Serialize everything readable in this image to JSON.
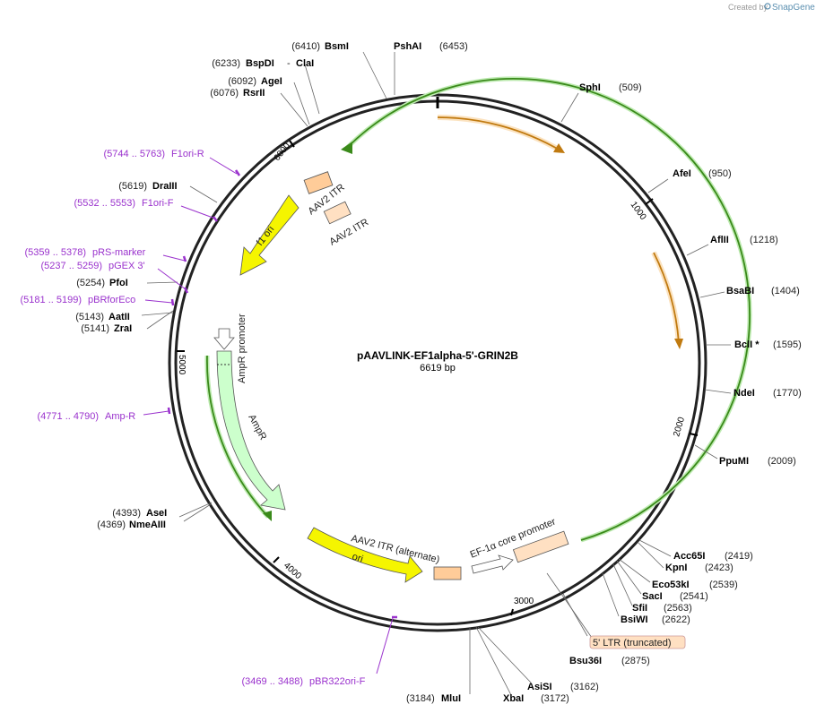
{
  "credit": {
    "prefix": "Created by",
    "brand": "SnapGene"
  },
  "plasmid": {
    "name": "pAAVLINK-EF1alpha-5'-GRIN2B",
    "size": "6619 bp",
    "length": 6619
  },
  "ticks": [
    "1000",
    "2000",
    "3000",
    "4000",
    "5000",
    "6000"
  ],
  "sites": [
    {
      "name": "SphI",
      "pos": "(509)",
      "side": "right"
    },
    {
      "name": "AfeI",
      "pos": "(950)",
      "side": "right"
    },
    {
      "name": "AflII",
      "pos": "(1218)",
      "side": "right"
    },
    {
      "name": "BsaBI",
      "pos": "(1404)",
      "side": "right"
    },
    {
      "name": "BclI *",
      "pos": "(1595)",
      "side": "right"
    },
    {
      "name": "NdeI",
      "pos": "(1770)",
      "side": "right"
    },
    {
      "name": "PpuMI",
      "pos": "(2009)",
      "side": "right"
    },
    {
      "name": "Acc65I",
      "pos": "(2419)",
      "side": "right"
    },
    {
      "name": "KpnI",
      "pos": "(2423)",
      "side": "right"
    },
    {
      "name": "Eco53kI",
      "pos": "(2539)",
      "side": "right"
    },
    {
      "name": "SacI",
      "pos": "(2541)",
      "side": "right"
    },
    {
      "name": "SfiI",
      "pos": "(2563)",
      "side": "right"
    },
    {
      "name": "BsiWI",
      "pos": "(2622)",
      "side": "right"
    },
    {
      "name": "Bsu36I",
      "pos": "(2875)",
      "side": "right"
    },
    {
      "name": "AsiSI",
      "pos": "(3162)",
      "side": "right"
    },
    {
      "name": "XbaI",
      "pos": "(3172)",
      "side": "right"
    },
    {
      "name": "MluI",
      "pos": "(3184)",
      "side": "left"
    },
    {
      "name": "NmeAIII",
      "pos": "(4369)",
      "side": "left"
    },
    {
      "name": "AseI",
      "pos": "(4393)",
      "side": "left"
    },
    {
      "name": "ZraI",
      "pos": "(5141)",
      "side": "left"
    },
    {
      "name": "AatII",
      "pos": "(5143)",
      "side": "left"
    },
    {
      "name": "PfoI",
      "pos": "(5254)",
      "side": "left"
    },
    {
      "name": "DraIII",
      "pos": "(5619)",
      "side": "left"
    },
    {
      "name": "RsrII",
      "pos": "(6076)",
      "side": "left"
    },
    {
      "name": "AgeI",
      "pos": "(6092)",
      "side": "left"
    },
    {
      "name": "BspDI",
      "pos": "(6233)",
      "side": "left"
    },
    {
      "name": "ClaI",
      "pos": "",
      "side": "left"
    },
    {
      "name": "BsmI",
      "pos": "(6410)",
      "side": "left"
    },
    {
      "name": "PshAI",
      "pos": "(6453)",
      "side": "right"
    }
  ],
  "primers": [
    {
      "range": "(5744 .. 5763)",
      "name": "F1ori-R"
    },
    {
      "range": "(5532 .. 5553)",
      "name": "F1ori-F"
    },
    {
      "range": "(5359 .. 5378)",
      "name": "pRS-marker"
    },
    {
      "range": "(5237 .. 5259)",
      "name": "pGEX 3'"
    },
    {
      "range": "(5181 .. 5199)",
      "name": "pBRforEco"
    },
    {
      "range": "(4771 .. 4790)",
      "name": "Amp-R"
    },
    {
      "range": "(3469 .. 3488)",
      "name": "pBR322ori-F"
    }
  ],
  "features": {
    "itr1": "AAV2 ITR",
    "itr2": "AAV2 ITR",
    "f1ori": "f1 ori",
    "amp_promoter": "AmpR promoter",
    "ampr": "AmpR",
    "ori": "ori",
    "itr_alt": "AAV2 ITR (alternate)",
    "ef1a": "EF-1α core promoter",
    "ltr": "5' LTR (truncated)"
  },
  "colors": {
    "yellow": "#f5f500",
    "ampr": "#ccffcc",
    "itr": "#ffcc99",
    "ltr": "#ffe0c2",
    "orange_orf": "#f0a030",
    "green_orf": "#8be66b",
    "primer": "#9a32cd"
  }
}
